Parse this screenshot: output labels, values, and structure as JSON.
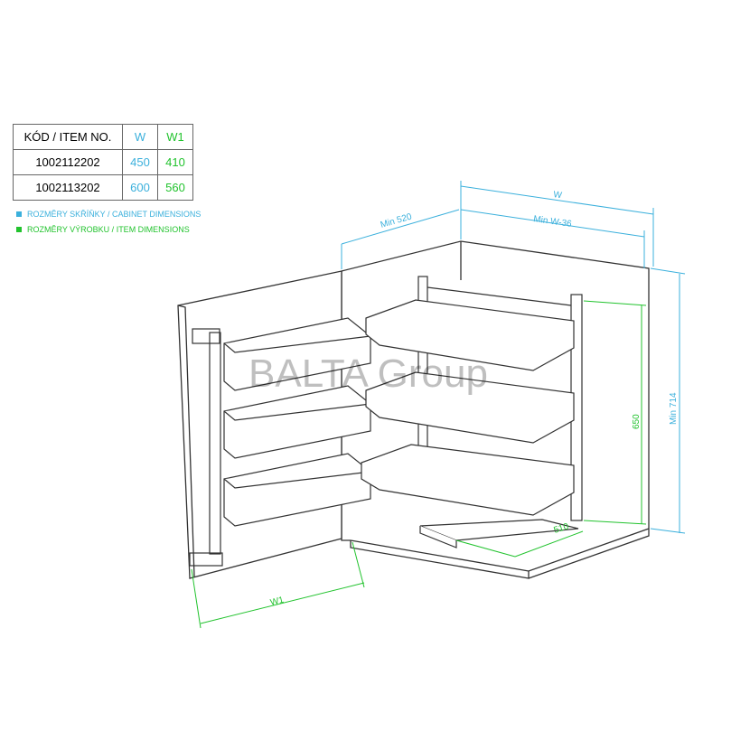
{
  "table": {
    "headers": {
      "item": "KÓD / ITEM NO.",
      "w": "W",
      "w1": "W1"
    },
    "rows": [
      {
        "item": "1002112202",
        "w": "450",
        "w1": "410"
      },
      {
        "item": "1002113202",
        "w": "600",
        "w1": "560"
      }
    ]
  },
  "legend": {
    "cabinet": "ROZMĚRY SKŘÍŇKY / CABINET DIMENSIONS",
    "item": "ROZMĚRY VÝROBKU / ITEM DIMENSIONS"
  },
  "dimensions": {
    "w": "W",
    "min_w36": "Min W-36",
    "min_520": "Min 520",
    "min_714": "Min 714",
    "h650": "650",
    "d510": "510",
    "w1": "W1"
  },
  "watermark": "BALTA Group",
  "colors": {
    "cabinet": "#3bb0dc",
    "item": "#22c32e",
    "line": "#333333"
  }
}
